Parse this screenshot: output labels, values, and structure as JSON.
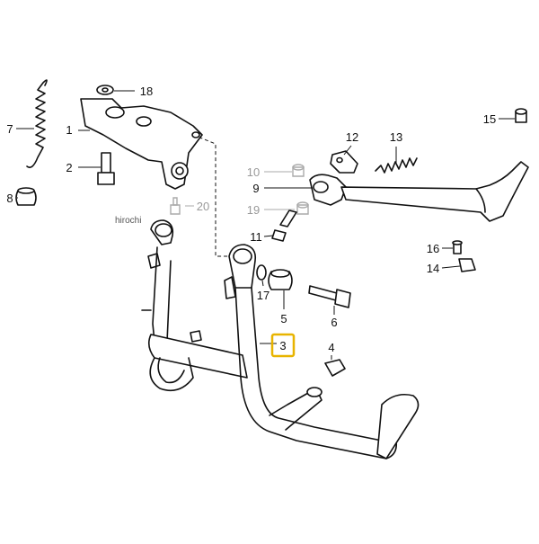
{
  "watermark": "hirochi",
  "callouts": {
    "c1": "1",
    "c2": "2",
    "c3": "3",
    "c4": "4",
    "c5": "5",
    "c6": "6",
    "c7": "7",
    "c8": "8",
    "c9": "9",
    "c10": "10",
    "c11": "11",
    "c12": "12",
    "c13": "13",
    "c14": "14",
    "c15": "15",
    "c16": "16",
    "c17": "17",
    "c18": "18",
    "c19": "19",
    "c20": "20"
  },
  "highlight_color": "#e8b400"
}
